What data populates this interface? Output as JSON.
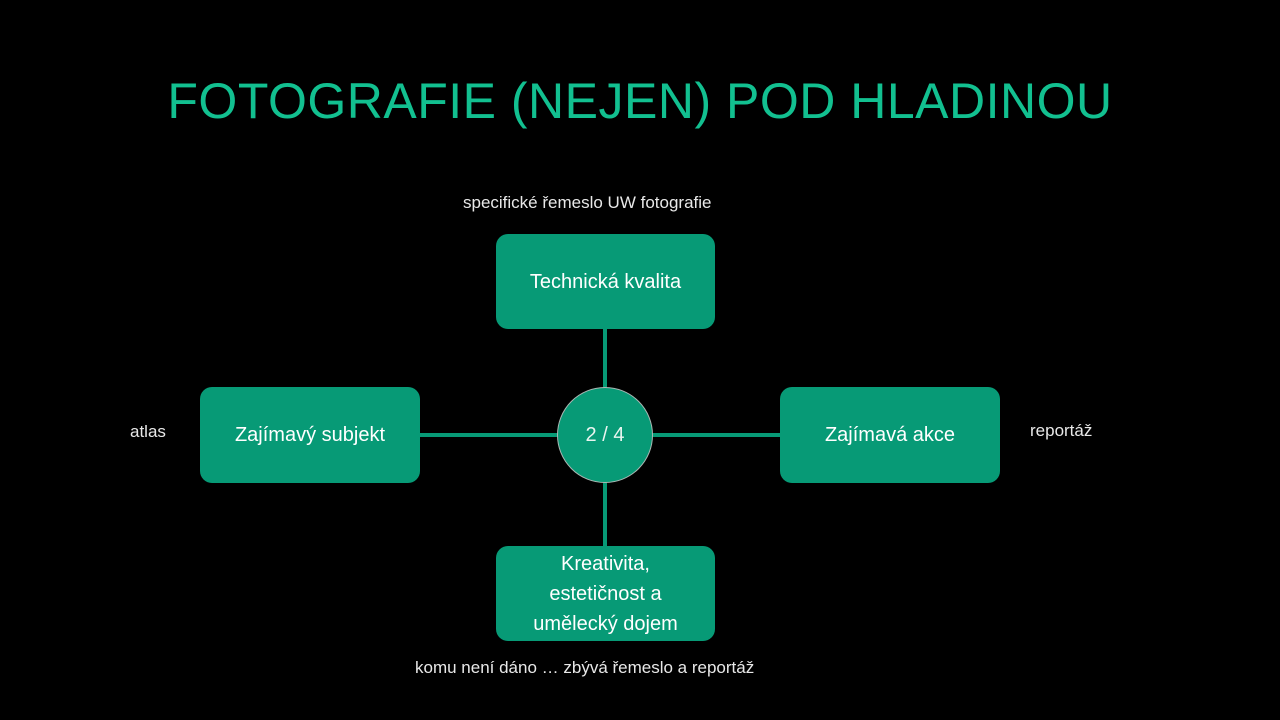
{
  "slide": {
    "title": "FOTOGRAFIE (NEJEN) POD HLADINOU",
    "center_label": "2 / 4",
    "boxes": {
      "top": "Technická kvalita",
      "left": "Zajímavý subjekt",
      "right": "Zajímavá akce",
      "bottom_lines": [
        "Kreativita,",
        "estetičnost a",
        "umělecký dojem"
      ]
    },
    "notes": {
      "top": "specifické řemeslo UW fotografie",
      "left": "atlas",
      "right": "reportáž",
      "bottom": "komu není dáno … zbývá řemeslo a reportáž"
    }
  },
  "colors": {
    "background": "#000000",
    "title": "#12c090",
    "box_fill": "#079a76",
    "text": "#ffffff"
  }
}
